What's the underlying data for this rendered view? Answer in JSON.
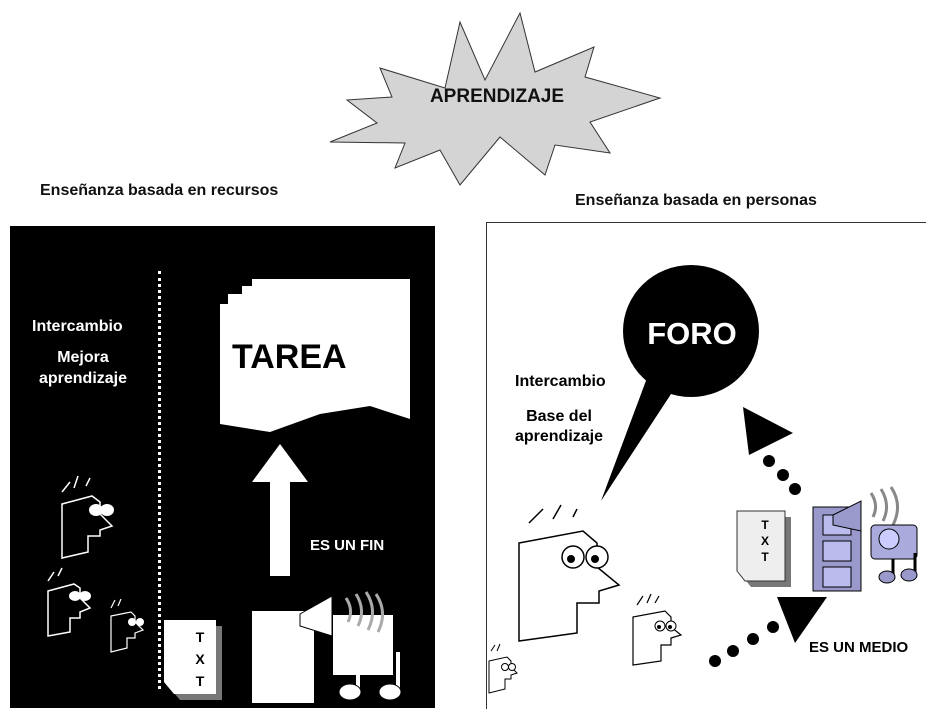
{
  "title": "APRENDIZAJE",
  "colors": {
    "burst_fill": "#d4d4d4",
    "left_bg": "#000000",
    "right_bg": "#ffffff",
    "foro_bubble": "#000000",
    "media_blue": "#9999cc"
  },
  "left": {
    "caption": "Enseñanza basada en recursos",
    "intercambio": "Intercambio",
    "mejora_line1": "Mejora",
    "mejora_line2": "aprendizaje",
    "task": "TAREA",
    "es_un_fin": "ES UN FIN",
    "txt_letters": [
      "T",
      "X",
      "T"
    ]
  },
  "right": {
    "caption": "Enseñanza basada en personas",
    "intercambio": "Intercambio",
    "base_line1": "Base del",
    "base_line2": "aprendizaje",
    "foro": "FORO",
    "es_un_medio": "ES UN MEDIO",
    "txt_letters": [
      "T",
      "X",
      "T"
    ]
  },
  "icons": {
    "burst": "explosion-burst-icon",
    "face": "thinking-face-icon",
    "document": "document-icon",
    "speaker": "speaker-icon",
    "music": "music-notes-icon",
    "film": "film-strip-icon",
    "camera": "camera-icon",
    "arrow": "arrow-up-icon"
  }
}
